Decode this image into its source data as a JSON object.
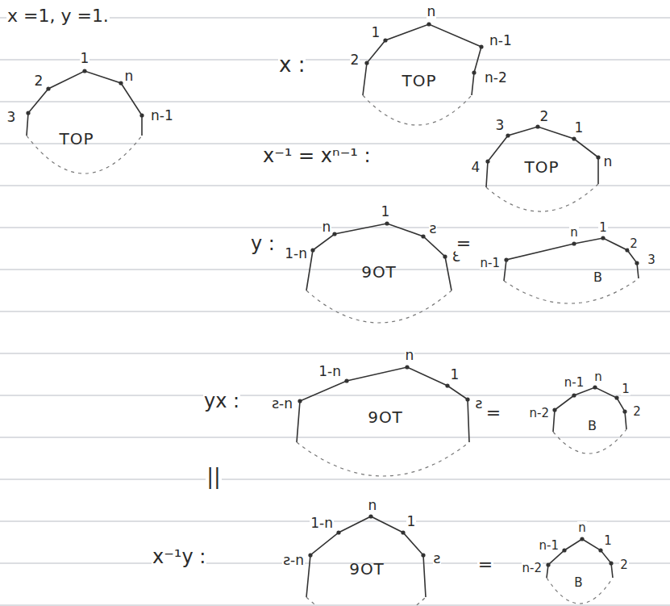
{
  "diagram": {
    "nodes": [
      {
        "text": [
          "TOP"
        ]
      },
      {
        "text": [
          "TOP"
        ]
      },
      {
        "text": [
          "TOP"
        ]
      },
      {
        "text": [
          "9OT"
        ]
      },
      {
        "text": [
          "B"
        ]
      },
      {
        "text": [
          "9OT"
        ]
      },
      {
        "text": [
          "B"
        ]
      },
      {
        "text": [
          "9OT"
        ]
      },
      {
        "text": [
          "B"
        ]
      }
    ],
    "labels": [
      "x =1, y =1.",
      "1",
      "2",
      "n",
      "3",
      "n-1",
      "x :",
      "1",
      "2",
      "n",
      "n-1",
      "n-2",
      "x⁻¹ = xⁿ⁻¹ :",
      "3",
      "2",
      "1",
      "4",
      "n",
      "y :",
      "1",
      "n",
      "ƨ",
      "1-n",
      "Ɛ",
      "=",
      "n",
      "1",
      "n-1",
      "2",
      "3",
      "yx :",
      "n",
      "1-n",
      "1",
      "ƨ-n",
      "ƨ",
      "=",
      "n-1",
      "n",
      "1",
      "n-2",
      "2",
      "||",
      "x⁻¹y :",
      "n",
      "1-n",
      "1",
      "ƨ-n",
      "ƨ",
      "=",
      "n-1",
      "n",
      "1",
      "n-2",
      "2"
    ]
  }
}
